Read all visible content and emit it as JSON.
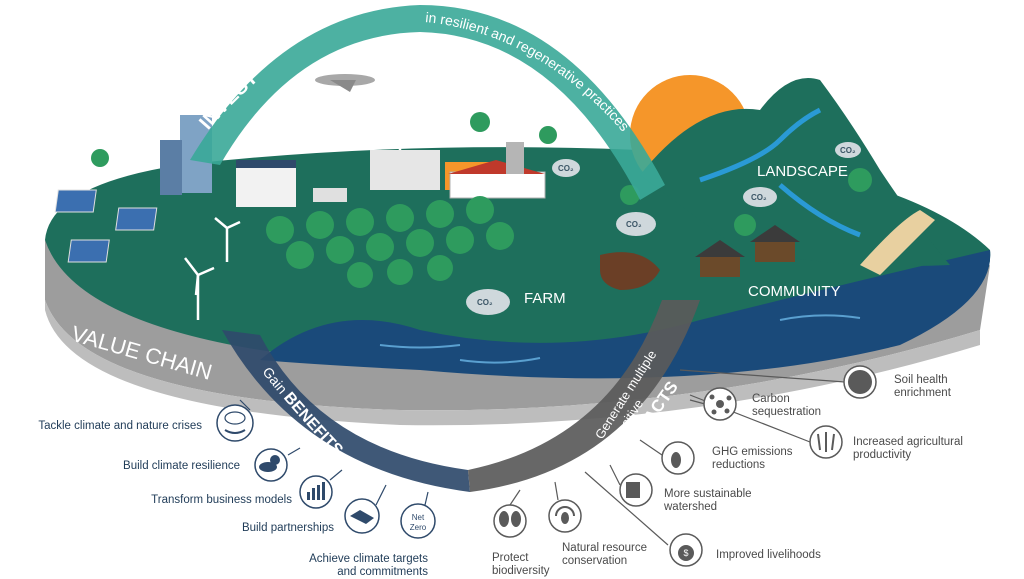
{
  "arcs": {
    "invest": "INVEST",
    "invest_sub": "in resilient and regenerative practices",
    "gain": "Gain",
    "benefits": "BENEFITS",
    "generate": "Generate multiple",
    "positive": "positive",
    "impacts": "IMPACTS"
  },
  "zones": {
    "value_chain": "VALUE CHAIN",
    "farm": "FARM",
    "landscape": "LANDSCAPE",
    "community": "COMMUNITY"
  },
  "co2_label": "CO₂",
  "benefits": [
    {
      "label": "Tackle climate and nature crises",
      "icon": "climate-crisis-icon"
    },
    {
      "label": "Build climate resilience",
      "icon": "weather-icon"
    },
    {
      "label": "Transform business models",
      "icon": "bar-chart-icon"
    },
    {
      "label": "Build partnerships",
      "icon": "handshake-icon"
    },
    {
      "label": "Achieve climate targets",
      "label2": "and commitments",
      "icon": "net-zero-icon"
    }
  ],
  "net_zero": {
    "line1": "Net",
    "line2": "Zero"
  },
  "impacts": [
    {
      "label": "Soil health",
      "label2": "enrichment",
      "icon": "soil-icon"
    },
    {
      "label": "Carbon",
      "label2": "sequestration",
      "icon": "carbon-molecule-icon"
    },
    {
      "label": "Increased agricultural",
      "label2": "productivity",
      "icon": "wheat-icon"
    },
    {
      "label": "GHG emissions",
      "label2": "reductions",
      "icon": "footprint-icon"
    },
    {
      "label": "More sustainable",
      "label2": "watershed",
      "icon": "waterfall-icon"
    },
    {
      "label": "Improved livelihoods",
      "icon": "money-bag-icon"
    },
    {
      "label": "Natural resource",
      "label2": "conservation",
      "icon": "recycle-leaf-icon"
    },
    {
      "label": "Protect",
      "label2": "biodiversity",
      "icon": "butterfly-icon"
    }
  ],
  "colors": {
    "teal_arc": "#3aa898",
    "benefits_arc": "#2f4a6b",
    "impacts_arc": "#5a5a5a",
    "land": "#1e6f5c",
    "water": "#1a4a7a",
    "sun": "#f5962a",
    "base": "#9a9a9a"
  }
}
